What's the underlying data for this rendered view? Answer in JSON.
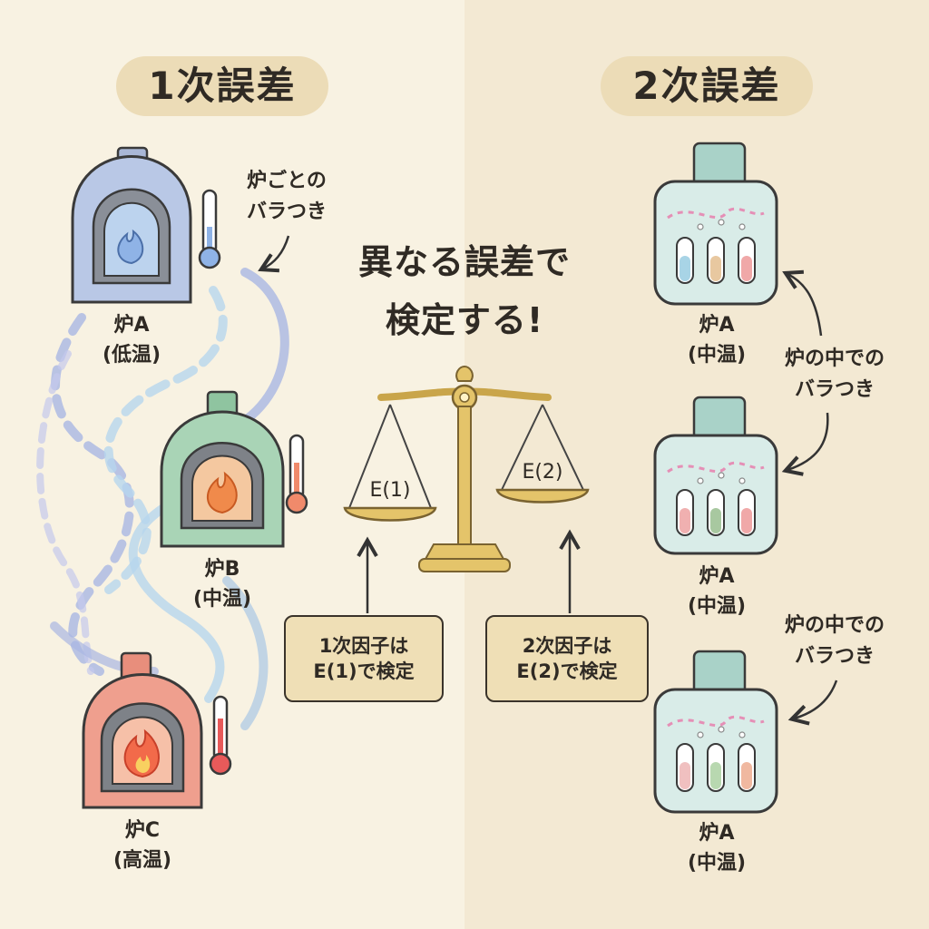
{
  "headers": {
    "primary": "1次誤差",
    "secondary": "2次誤差"
  },
  "center": {
    "title_line1": "異なる誤差で",
    "title_line2": "検定する!"
  },
  "balance": {
    "left_pan": "E(1)",
    "right_pan": "E(2)"
  },
  "notes": {
    "left_line1": "1次因子は",
    "left_line2": "E(1)で検定",
    "right_line1": "2次因子は",
    "right_line2": "E(2)で検定"
  },
  "left_annotation": {
    "line1": "炉ごとの",
    "line2": "バラつき"
  },
  "right_annotations": [
    {
      "line1": "炉の中での",
      "line2": "バラつき"
    },
    {
      "line1": "炉の中での",
      "line2": "バラつき"
    }
  ],
  "furnaces": [
    {
      "name": "炉A",
      "temp": "(低温)"
    },
    {
      "name": "炉B",
      "temp": "(中温)"
    },
    {
      "name": "炉C",
      "temp": "(高温)"
    }
  ],
  "chambers": [
    {
      "name": "炉A",
      "temp": "(中温)"
    },
    {
      "name": "炉A",
      "temp": "(中温)"
    },
    {
      "name": "炉A",
      "temp": "(中温)"
    }
  ],
  "colors": {
    "furnace_blue": "#b9c8e6",
    "furnace_green": "#a9d4b6",
    "furnace_red": "#ef9f8e",
    "chamber_body": "#d9ece8",
    "chamber_cap": "#a9d2c8",
    "brass": "#e4c46a"
  }
}
